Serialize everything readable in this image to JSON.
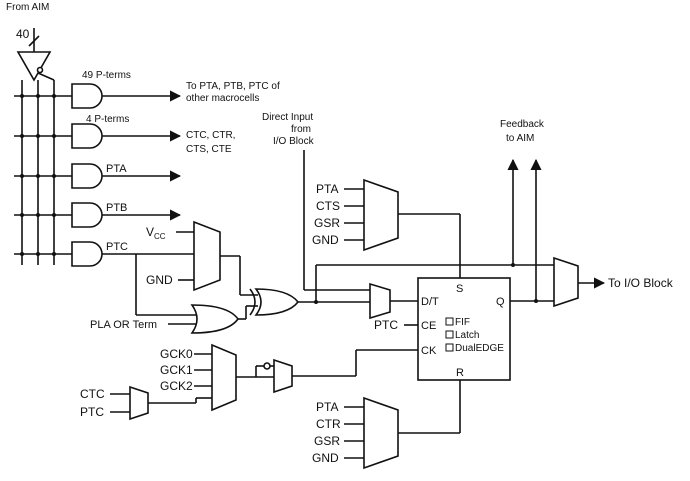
{
  "labels": {
    "from_aim": "From AIM",
    "bus_width": "40",
    "pterms_49": "49 P-terms",
    "pterms_4": "4 P-terms",
    "to_pta_1": "To PTA, PTB, PTC of",
    "to_pta_2": "other macrocells",
    "ctc_ctr_1": "CTC, CTR,",
    "ctc_ctr_2": "CTS, CTE",
    "pta": "PTA",
    "ptb": "PTB",
    "ptc": "PTC",
    "vcc": "V",
    "vcc_sub": "CC",
    "gnd": "GND",
    "pla_or_term": "PLA OR Term",
    "direct_input_1": "Direct Input",
    "direct_input_2": "from",
    "direct_input_3": "I/O Block",
    "feedback_1": "Feedback",
    "feedback_2": "to AIM",
    "mux_s_pta": "PTA",
    "mux_s_cts": "CTS",
    "mux_s_gsr": "GSR",
    "mux_s_gnd": "GND",
    "mux_r_pta": "PTA",
    "mux_r_ctr": "CTR",
    "mux_r_gsr": "GSR",
    "mux_r_gnd": "GND",
    "gck0": "GCK0",
    "gck1": "GCK1",
    "gck2": "GCK2",
    "ctc": "CTC",
    "ptc_clk": "PTC",
    "ptc_ce": "PTC",
    "ff_s": "S",
    "ff_dt": "D/T",
    "ff_ce": "CE",
    "ff_ck": "CK",
    "ff_q": "Q",
    "ff_r": "R",
    "opt_fif": "FIF",
    "opt_latch": "Latch",
    "opt_dualedge": "DualEDGE",
    "to_io_block": "To I/O Block"
  }
}
